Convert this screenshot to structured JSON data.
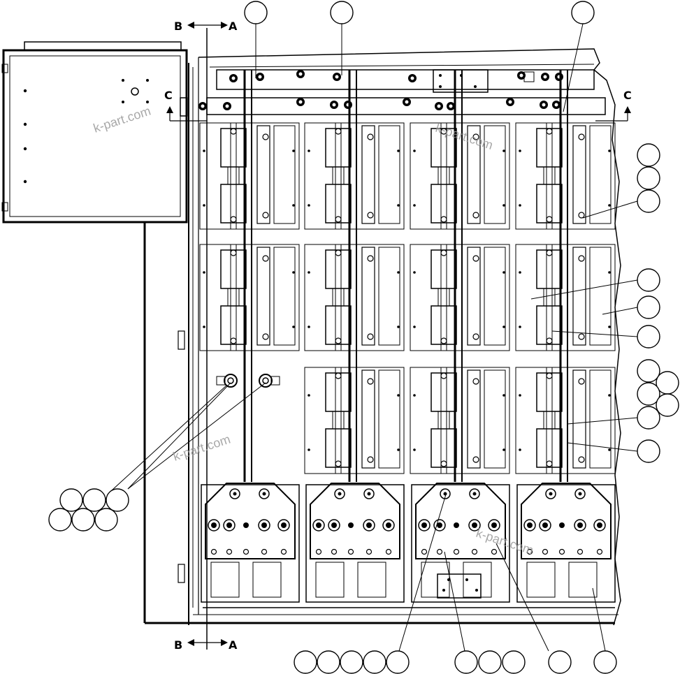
{
  "drawing": {
    "section_markers": {
      "top_left": "B",
      "top_right": "A",
      "bottom_left": "B",
      "bottom_right": "A",
      "side_left": "C",
      "side_right": "C"
    },
    "watermarks": [
      "k-part.com",
      "k-part.com",
      "k-part.com",
      "k-part.com"
    ],
    "callout_count": 31
  }
}
